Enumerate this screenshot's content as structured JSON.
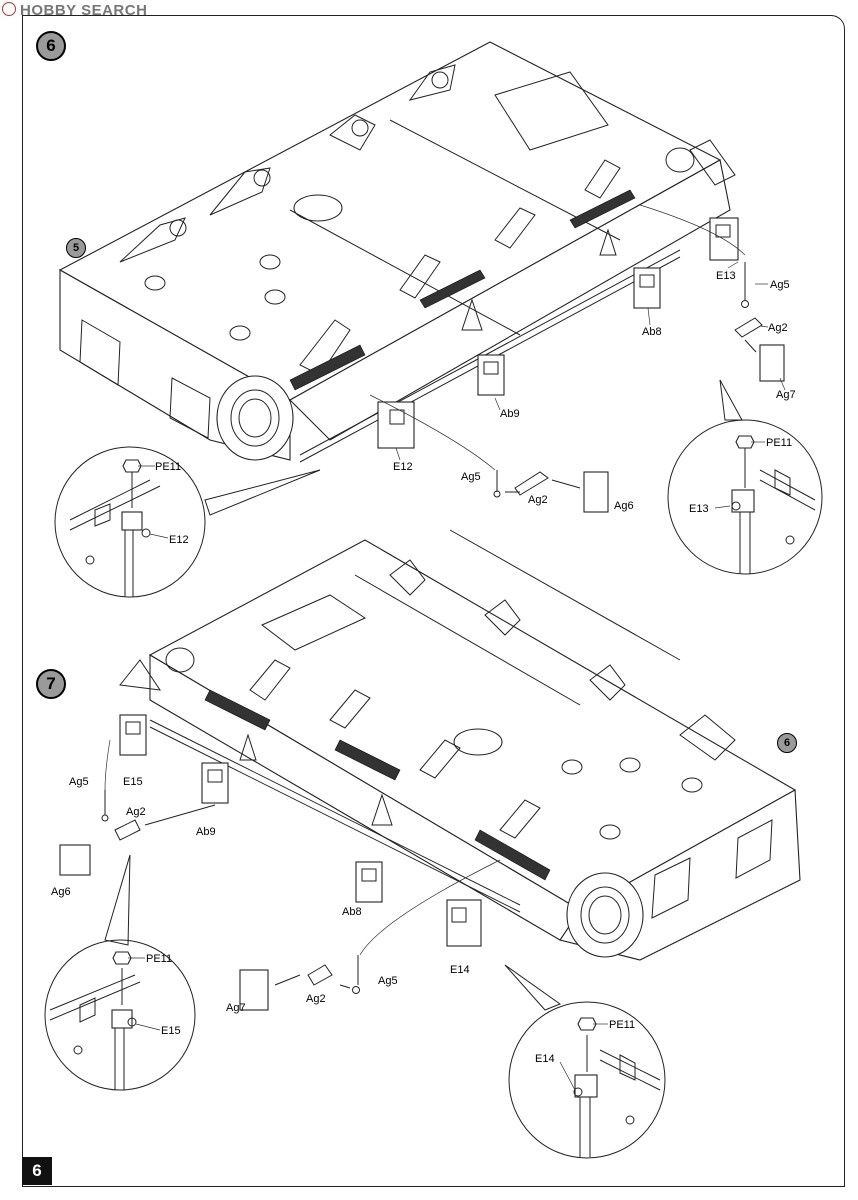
{
  "watermark": "HOBBY SEARCH",
  "page_number": "6",
  "step6": {
    "step_number": "6",
    "ref_badge": "5",
    "labels": {
      "e13": "E13",
      "ag5_right": "Ag5",
      "ag2_right": "Ag2",
      "ag7": "Ag7",
      "ab8": "Ab8",
      "ab9": "Ab9",
      "e12": "E12",
      "ag5_center": "Ag5",
      "ag2_center": "Ag2",
      "ag6": "Ag6"
    },
    "detail_left": {
      "pe11": "PE11",
      "part": "E12"
    },
    "detail_right": {
      "pe11": "PE11",
      "part": "E13"
    }
  },
  "step7": {
    "step_number": "7",
    "ref_badge": "6",
    "labels": {
      "ag5_left": "Ag5",
      "e15": "E15",
      "ag2_left": "Ag2",
      "ab9": "Ab9",
      "ag6": "Ag6",
      "ab8": "Ab8",
      "e14": "E14",
      "ag7": "Ag7",
      "ag2_center": "Ag2",
      "ag5_center": "Ag5"
    },
    "detail_left": {
      "pe11": "PE11",
      "part": "E15"
    },
    "detail_right": {
      "pe11": "PE11",
      "part": "E14"
    }
  }
}
